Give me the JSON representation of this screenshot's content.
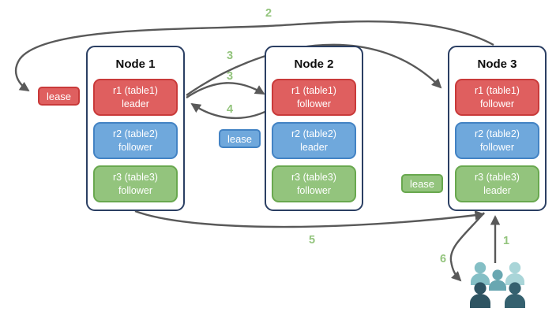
{
  "diagram": {
    "description": "Three-node replica/leaseholder diagram with numbered request flow",
    "arrow_color": "#595959",
    "step_label_color": "#93c47d"
  },
  "nodes": [
    {
      "title": "Node 1",
      "replicas": [
        {
          "name": "r1 (table1)",
          "role": "leader",
          "color": "#df5f5f"
        },
        {
          "name": "r2 (table2)",
          "role": "follower",
          "color": "#6fa8dc"
        },
        {
          "name": "r3 (table3)",
          "role": "follower",
          "color": "#93c47d"
        }
      ]
    },
    {
      "title": "Node 2",
      "replicas": [
        {
          "name": "r1 (table1)",
          "role": "follower",
          "color": "#df5f5f"
        },
        {
          "name": "r2 (table2)",
          "role": "leader",
          "color": "#6fa8dc"
        },
        {
          "name": "r3 (table3)",
          "role": "follower",
          "color": "#93c47d"
        }
      ]
    },
    {
      "title": "Node 3",
      "replicas": [
        {
          "name": "r1 (table1)",
          "role": "follower",
          "color": "#df5f5f"
        },
        {
          "name": "r2 (table2)",
          "role": "follower",
          "color": "#6fa8dc"
        },
        {
          "name": "r3 (table3)",
          "role": "leader",
          "color": "#93c47d"
        }
      ]
    }
  ],
  "leases": {
    "red": {
      "label": "lease",
      "color": "#df5f5f"
    },
    "blue": {
      "label": "lease",
      "color": "#6fa8dc"
    },
    "green": {
      "label": "lease",
      "color": "#93c47d"
    }
  },
  "steps": {
    "s1": "1",
    "s2": "2",
    "s3a": "3",
    "s3b": "3",
    "s4": "4",
    "s5": "5",
    "s6": "6"
  },
  "icons": {
    "users_group": "users-group-icon"
  }
}
